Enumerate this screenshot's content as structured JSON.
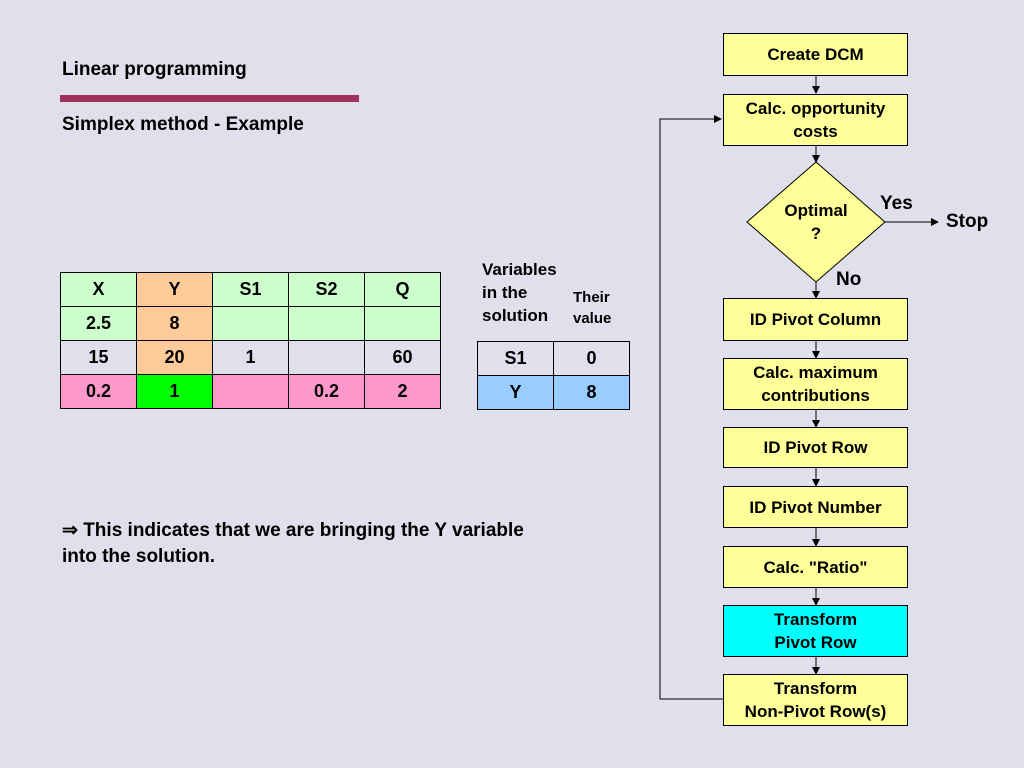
{
  "header": {
    "title": "Linear programming",
    "subtitle": "Simplex method - Example"
  },
  "colors": {
    "background": "#e0e0ec",
    "divider": "#a0305c",
    "light_green": "#ccffcc",
    "peach": "#ffcc99",
    "pink": "#ff99cc",
    "bright_green": "#00ff00",
    "blue": "#99ccff",
    "box_yellow": "#ffff99",
    "box_cyan": "#00ffff"
  },
  "main_table": {
    "headers": [
      "X",
      "Y",
      "S1",
      "S2",
      "Q"
    ],
    "rows": [
      [
        "2.5",
        "8",
        "",
        "",
        ""
      ],
      [
        "15",
        "20",
        "1",
        "",
        "60"
      ],
      [
        "0.2",
        "1",
        "",
        "0.2",
        "2"
      ]
    ]
  },
  "solution": {
    "label_line1": "Variables",
    "label_line2": "in the",
    "label_line3": "solution",
    "value_label_line1": "Their",
    "value_label_line2": "value",
    "rows": [
      [
        "S1",
        "0"
      ],
      [
        "Y",
        "8"
      ]
    ]
  },
  "note": {
    "arrow": "⇒",
    "text": "This indicates that we are bringing the Y variable into the solution."
  },
  "flowchart": {
    "create_dcm": "Create DCM",
    "calc_opportunity_l1": "Calc. opportunity",
    "calc_opportunity_l2": "costs",
    "optimal_l1": "Optimal",
    "optimal_l2": "?",
    "yes": "Yes",
    "no": "No",
    "stop": "Stop",
    "id_pivot_column": "ID Pivot Column",
    "calc_max_l1": "Calc. maximum",
    "calc_max_l2": "contributions",
    "id_pivot_row": "ID Pivot Row",
    "id_pivot_number": "ID Pivot Number",
    "calc_ratio": "Calc. \"Ratio\"",
    "transform_pivot_l1": "Transform",
    "transform_pivot_l2": "Pivot Row",
    "transform_nonpivot_l1": "Transform",
    "transform_nonpivot_l2": "Non-Pivot Row(s)"
  }
}
